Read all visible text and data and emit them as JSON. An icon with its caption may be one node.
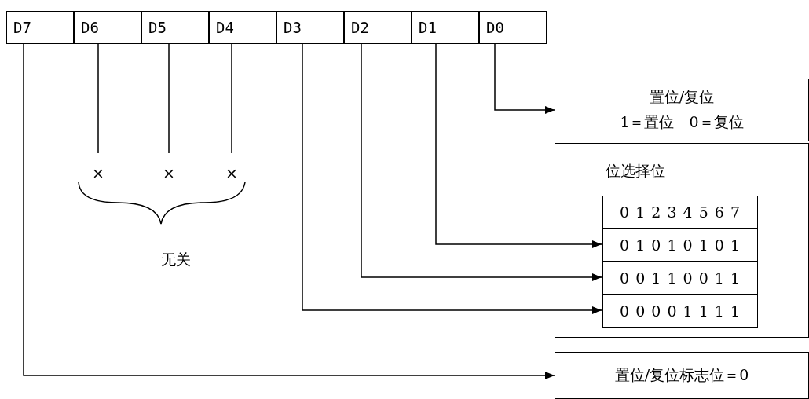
{
  "diagram": {
    "nodes": [
      {
        "text": [
          "D7"
        ]
      },
      {
        "text": [
          "D6"
        ]
      },
      {
        "text": [
          "D5"
        ]
      },
      {
        "text": [
          "D4"
        ]
      },
      {
        "text": [
          "D3"
        ]
      },
      {
        "text": [
          "D2"
        ]
      },
      {
        "text": [
          "D1"
        ]
      },
      {
        "text": [
          "D0"
        ]
      },
      {
        "text": [
          "×"
        ]
      },
      {
        "text": [
          "×"
        ]
      },
      {
        "text": [
          "×"
        ]
      },
      {
        "text": [
          "置位/复位",
          "1＝置位　0＝复位"
        ]
      },
      {
        "text": [
          "位选择位"
        ]
      },
      {
        "text": [
          "0 1 2 3 4 5 6 7"
        ],
        "in": 12
      },
      {
        "text": [
          "0 1 0 1 0 1 0 1"
        ],
        "in": 12
      },
      {
        "text": [
          "0 0 1 1 0 0 1 1"
        ],
        "in": 12
      },
      {
        "text": [
          "0 0 0 0 1 1 1 1"
        ],
        "in": 12
      },
      {
        "text": [
          "置位/复位标志位＝0"
        ]
      }
    ],
    "edges": [
      {
        "from": 7,
        "to": 11,
        "arrow": "to"
      },
      {
        "from": 6,
        "to": 14,
        "arrow": "to"
      },
      {
        "from": 5,
        "to": 15,
        "arrow": "to"
      },
      {
        "from": 4,
        "to": 16,
        "arrow": "to"
      },
      {
        "from": 0,
        "to": 17,
        "arrow": "to"
      },
      {
        "from": 1,
        "to": 8,
        "arrow": "none"
      },
      {
        "from": 2,
        "to": 9,
        "arrow": "none"
      },
      {
        "from": 3,
        "to": 10,
        "arrow": "none"
      }
    ],
    "labels": [
      "无关"
    ]
  }
}
